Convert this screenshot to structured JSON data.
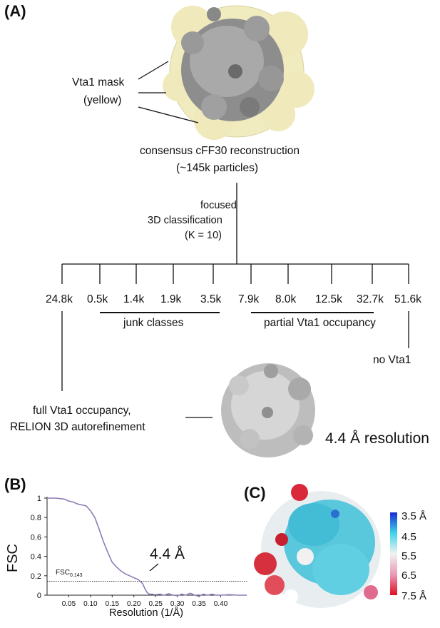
{
  "panelA": {
    "label": "(A)",
    "mask_label_line1": "Vta1 mask",
    "mask_label_line2": "(yellow)",
    "consensus_line1": "consensus cFF30 reconstruction",
    "consensus_line2": "(~145k particles)",
    "classification_line1": "focused",
    "classification_line2": "3D classification",
    "classification_line3": "(K = 10)",
    "class_counts": [
      "24.8k",
      "0.5k",
      "1.4k",
      "1.9k",
      "3.5k",
      "7.9k",
      "8.0k",
      "12.5k",
      "32.7k",
      "51.6k"
    ],
    "junk_label": "junk classes",
    "partial_label": "partial Vta1 occupancy",
    "no_vta1_label": "no Vta1",
    "full_line1": "full Vta1 occupancy,",
    "full_line2": "RELION 3D autorefinement",
    "resolution_label": "4.4 Å resolution"
  },
  "panelB": {
    "label": "(B)",
    "annotation": "4.4 Å",
    "threshold_label_main": "FSC",
    "threshold_label_sub": "0.143",
    "chart_data": {
      "type": "line",
      "title": "",
      "xlabel": "Resolution (1/Å)",
      "ylabel": "FSC",
      "xlim": [
        0,
        0.46
      ],
      "ylim": [
        0,
        1
      ],
      "x_ticks": [
        "0.05",
        "0.10",
        "0.15",
        "0.20",
        "0.25",
        "0.30",
        "0.35",
        "0.40"
      ],
      "y_ticks": [
        "0",
        "0.2",
        "0.4",
        "0.6",
        "0.8",
        "1"
      ],
      "threshold": 0.143,
      "line_color": "#8e7bb5",
      "series": [
        {
          "x": [
            0,
            0.02,
            0.04,
            0.05,
            0.06,
            0.07,
            0.08,
            0.09,
            0.1,
            0.11,
            0.12,
            0.13,
            0.14,
            0.15,
            0.16,
            0.17,
            0.18,
            0.19,
            0.2,
            0.21,
            0.22,
            0.225,
            0.23,
            0.235,
            0.24,
            0.25,
            0.26,
            0.27,
            0.28,
            0.29,
            0.3,
            0.31,
            0.32,
            0.33,
            0.34,
            0.35,
            0.36,
            0.37,
            0.38,
            0.39,
            0.4,
            0.42,
            0.44,
            0.46
          ],
          "y": [
            1.0,
            1.0,
            0.99,
            0.97,
            0.96,
            0.94,
            0.93,
            0.92,
            0.87,
            0.8,
            0.68,
            0.55,
            0.44,
            0.34,
            0.29,
            0.25,
            0.22,
            0.2,
            0.18,
            0.16,
            0.12,
            0.07,
            0.03,
            0.01,
            0.01,
            0.005,
            0.01,
            0.0,
            0.015,
            0.0,
            -0.005,
            0.01,
            0.0,
            0.02,
            0.0,
            -0.01,
            0.01,
            0.0,
            0.01,
            0.0,
            0.0,
            0.005,
            0.0,
            0.0
          ]
        }
      ]
    }
  },
  "panelC": {
    "label": "(C)",
    "scale_labels": [
      "3.5 Å",
      "4.5",
      "5.5",
      "6.5",
      "7.5 Å"
    ],
    "scale_colors": [
      "#1a2bd6",
      "#3fd4e8",
      "#f2f2f2",
      "#e99ab8",
      "#e01020"
    ]
  }
}
